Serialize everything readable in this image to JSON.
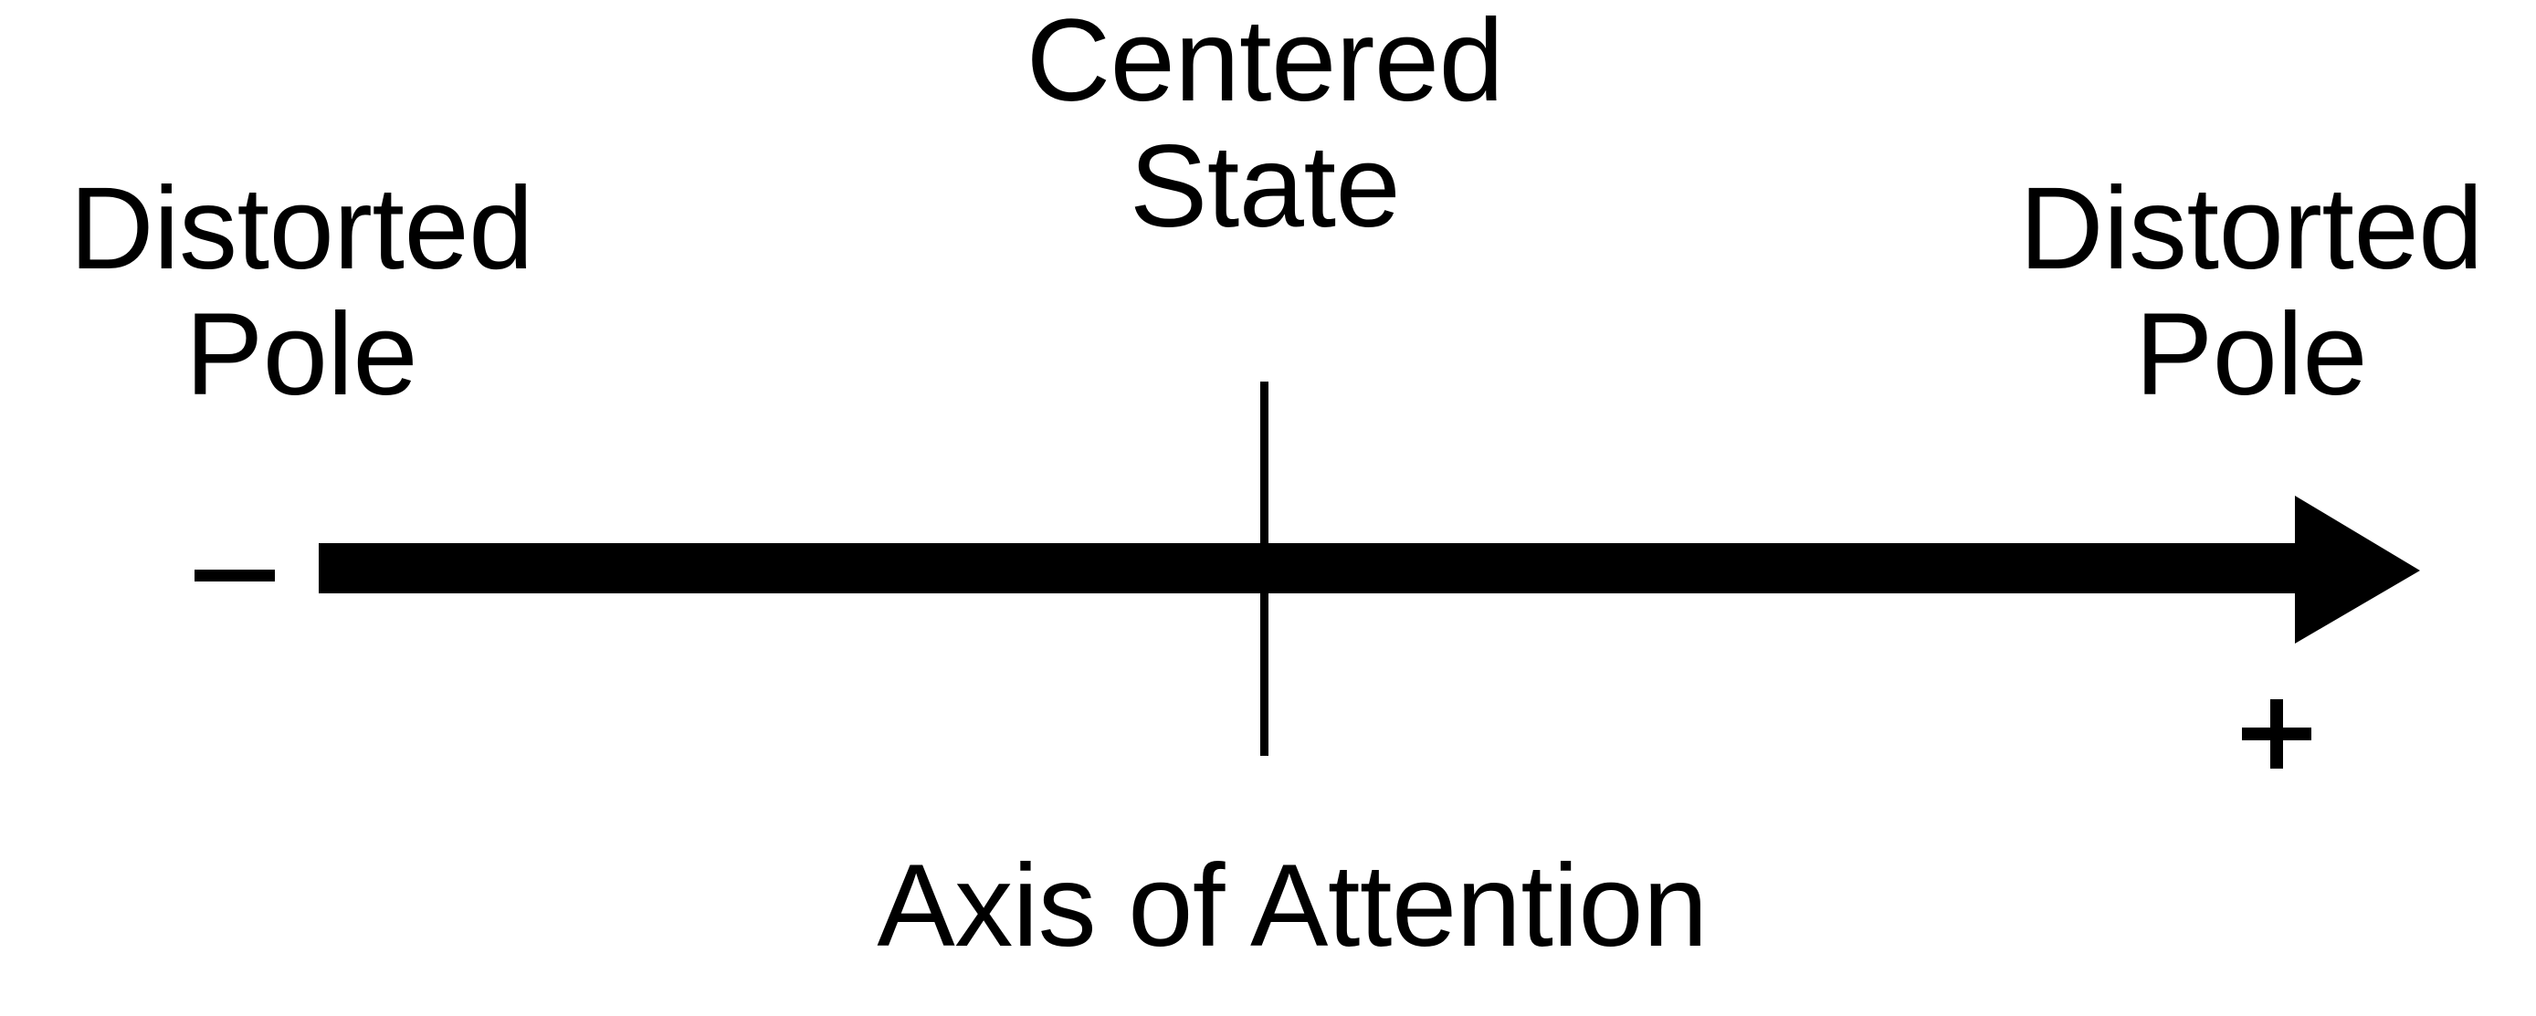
{
  "figure": {
    "background_color": "#ffffff",
    "ink_color": "#000000",
    "title": "Axis of Attention"
  },
  "labels": {
    "left": {
      "line1": "Distorted",
      "line2": "Pole"
    },
    "center": {
      "line1": "Centered",
      "line2": "State"
    },
    "right": {
      "line1": "Distorted",
      "line2": "Pole"
    },
    "bottom": {
      "line1": "Axis of Attention"
    }
  },
  "polarity": {
    "negative_sign": "−",
    "positive_sign": "+"
  },
  "chart_data": {
    "type": "line",
    "title": "Axis of Attention",
    "xlabel": "Axis of Attention",
    "ylabel": "",
    "grid": false,
    "legend": "none",
    "orientation": "horizontal",
    "axis_direction": "left-to-right single-headed arrow",
    "xlim": [
      -1,
      1
    ],
    "x": [
      -1,
      0,
      1
    ],
    "tick_labels": [
      "−",
      "",
      "+"
    ],
    "annotations": [
      {
        "x": -1,
        "text": "Distorted Pole",
        "position": "above-left",
        "sign": "−"
      },
      {
        "x": 0,
        "text": "Centered State",
        "position": "above-center",
        "marker": "vertical tick"
      },
      {
        "x": 1,
        "text": "Distorted Pole",
        "position": "above-right",
        "sign": "+"
      },
      {
        "x": 0,
        "text": "Axis of Attention",
        "position": "below-center"
      }
    ]
  }
}
